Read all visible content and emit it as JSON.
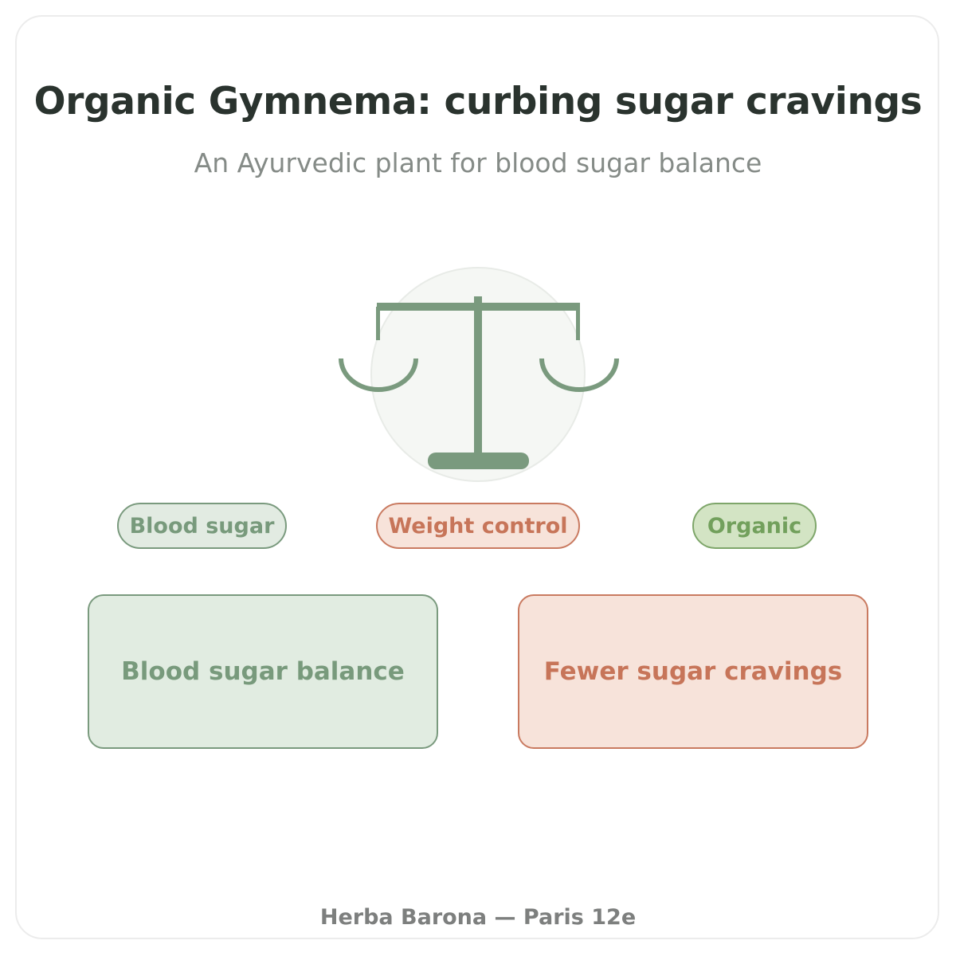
{
  "title": "Organic Gymnema: curbing sugar cravings",
  "subtitle": "An Ayurvedic plant for blood sugar balance",
  "icon": "balance-scale-icon",
  "tags": [
    {
      "label": "Blood sugar"
    },
    {
      "label": "Weight control"
    },
    {
      "label": "Organic"
    }
  ],
  "benefits": [
    {
      "label": "Blood sugar balance"
    },
    {
      "label": "Fewer sugar cravings"
    }
  ],
  "footer": "Herba Barona — Paris 12e",
  "colors": {
    "sage": "#789a7c",
    "terracotta": "#c77559",
    "leaf": "#72a05c",
    "title": "#2a332e",
    "subtitle": "#858b87"
  }
}
